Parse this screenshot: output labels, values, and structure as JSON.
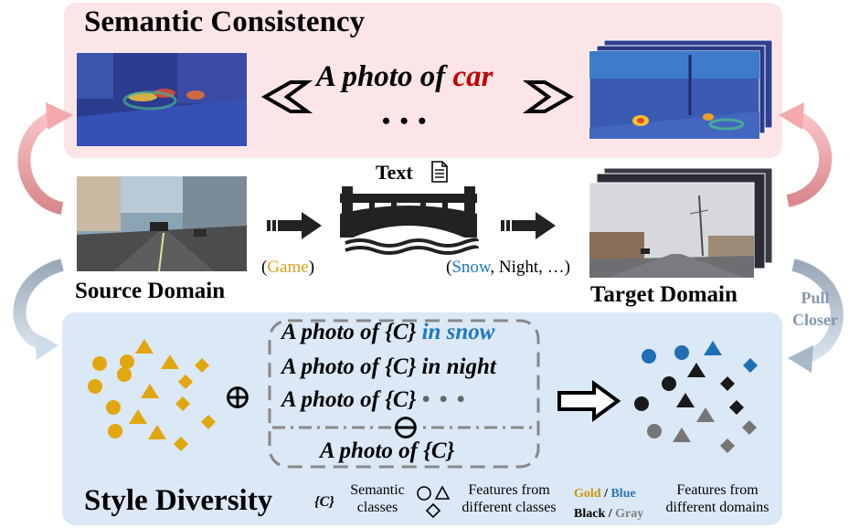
{
  "semantic": {
    "title": "Semantic Consistency",
    "prompt_prefix": "A photo of ",
    "prompt_class": "car",
    "ellipsis": "• • •"
  },
  "middle": {
    "text_label": "Text",
    "source_label": "Source Domain",
    "target_label": "Target Domain",
    "game_open": "(",
    "game": "Game",
    "game_close": ")",
    "snow_open": "(",
    "snow": "Snow",
    "rest": ", Night, …)",
    "pull_closer_line1": "Pull",
    "pull_closer_line2": "Closer"
  },
  "style": {
    "title": "Style Diversity",
    "prompts": [
      {
        "base": "A photo of {C} ",
        "suffix": "in snow"
      },
      {
        "base": "A photo of {C} in night",
        "suffix": ""
      },
      {
        "base": "A photo of {C} ",
        "suffix": "• • •"
      }
    ],
    "anchor_prompt": "A photo of {C}",
    "plus_symbol": "⊕",
    "minus_symbol": "⊖"
  },
  "legend": {
    "c_symbol": "{C}",
    "semantic_line1": "Semantic",
    "semantic_line2": "classes",
    "features_line1": "Features from",
    "features_line2": "different classes",
    "gold": "Gold",
    "slash": " / ",
    "blue": "Blue",
    "black": "Black",
    "gray": "Gray",
    "domains_line1": "Features from",
    "domains_line2": "different domains"
  },
  "colors": {
    "top_panel": "#fbe5e6",
    "bottom_panel": "#dbe8f6",
    "gold": "#e2a60f",
    "blue": "#1f6fb4",
    "black": "#1a1a1a",
    "gray": "#767676",
    "car_red": "#c00000",
    "snow_blue": "#1f78c1",
    "game_gold": "#d9a21c",
    "legend_blue": "#2e75b6",
    "legend_gold": "#c9960e",
    "legend_gray": "#7f7f7f",
    "pink_arrow": "#f4a9ad",
    "gray_arrow": "#a9b8c6",
    "pull_text": "#8497b0"
  },
  "icons": [
    "bridge-icon",
    "document-icon",
    "right-arrow-icon",
    "chevron-left-icon",
    "chevron-right-icon",
    "hollow-arrow-icon",
    "plus-circle-icon",
    "minus-circle-icon",
    "circle-icon",
    "triangle-icon",
    "diamond-icon",
    "heatmap-image",
    "street-image",
    "snow-street-image"
  ]
}
